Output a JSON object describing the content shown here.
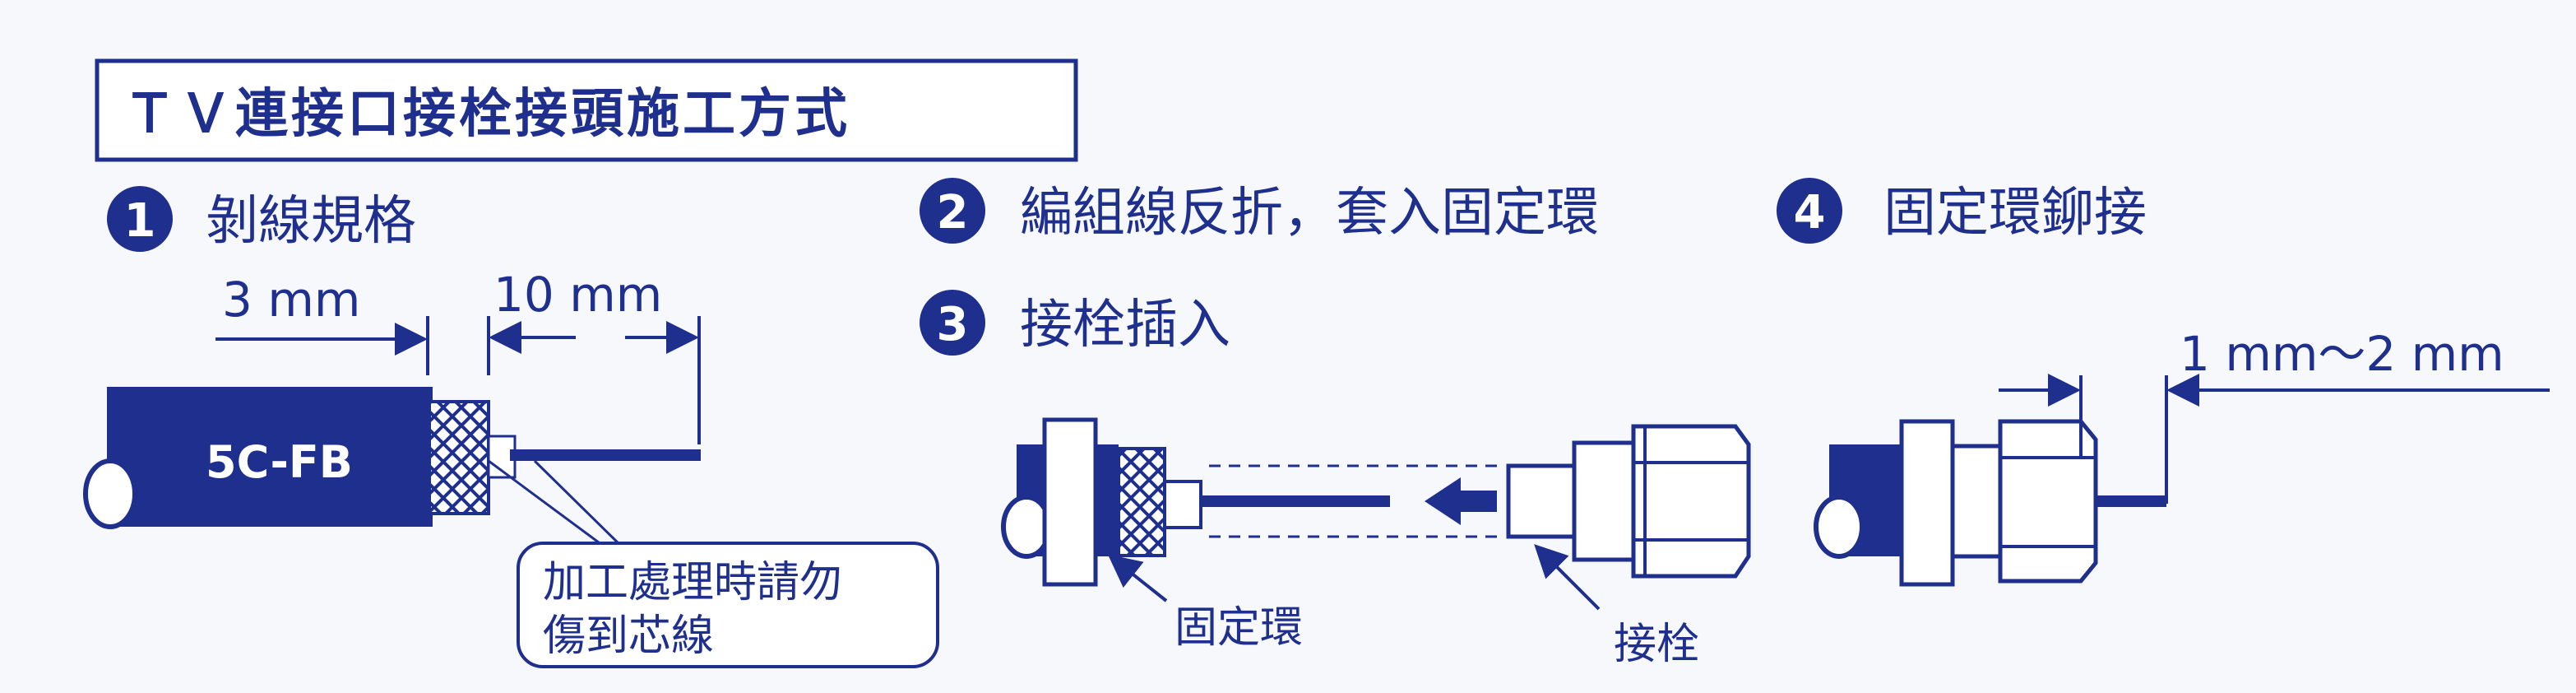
{
  "title": "ＴＶ連接口接栓接頭施工方式",
  "steps": [
    {
      "number": "1",
      "label": "剝線規格"
    },
    {
      "number": "2",
      "label": "編組線反折，套入固定環"
    },
    {
      "number": "3",
      "label": "接栓插入"
    },
    {
      "number": "4",
      "label": "固定環鉚接"
    }
  ],
  "step1": {
    "dim_shield": "3 mm",
    "dim_core": "10 mm",
    "cable_label": "5C-FB",
    "warning_line1": "加工處理時請勿",
    "warning_line2": "傷到芯線"
  },
  "step3": {
    "ring_label": "固定環",
    "connector_label": "接栓"
  },
  "step4": {
    "gap_dimension": "1 mm～2 mm"
  },
  "colors": {
    "ink": "#1e2f8e",
    "background": "#f7f8fc",
    "paper": "#ffffff"
  }
}
